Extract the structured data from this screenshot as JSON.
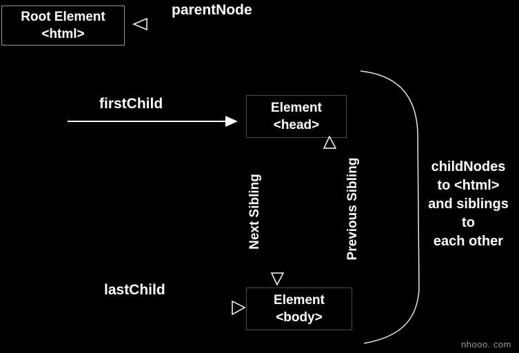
{
  "diagram": {
    "root_box": {
      "line1": "Root Element",
      "line2": "<html>"
    },
    "head_box": {
      "line1": "Element",
      "line2": "<head>"
    },
    "body_box": {
      "line1": "Element",
      "line2": "<body>"
    },
    "parent_node_label": "parentNode",
    "first_child_label": "firstChild",
    "last_child_label": "lastChild",
    "next_sibling_label": "Next Sibling",
    "previous_sibling_label": "Previous Sibling",
    "child_nodes_note": {
      "lines": [
        "childNodes",
        "to <html>",
        "and siblings",
        "to",
        "each other"
      ]
    },
    "watermark": "nhooo. com",
    "colors": {
      "background": "#000000",
      "text": "#ffffff",
      "arrow": "#ffffff",
      "root_box_border": "#9a9a9a",
      "element_box_border": "#4c4c4c",
      "watermark_text": "#9c9c9c"
    }
  }
}
